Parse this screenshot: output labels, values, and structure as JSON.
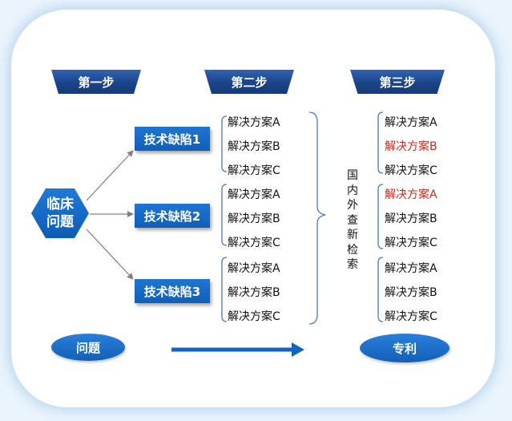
{
  "steps": [
    "第一步",
    "第二步",
    "第三步"
  ],
  "problem_hex": [
    "临床",
    "问题"
  ],
  "defects": [
    "技术缺陷1",
    "技术缺陷2",
    "技术缺陷3"
  ],
  "solutions_step2": [
    "解决方案A",
    "解决方案B",
    "解决方案C",
    "解决方案A",
    "解决方案B",
    "解决方案C",
    "解决方案A",
    "解决方案B",
    "解决方案C"
  ],
  "search_text": "国内外查新检索",
  "solutions_step3": [
    "解决方案A",
    "解决方案B",
    "解决方案C",
    "解决方案A",
    "解决方案B",
    "解决方案C",
    "解决方案A",
    "解决方案B",
    "解决方案C"
  ],
  "highlighted_step3": [
    1,
    3
  ],
  "bottom_left": "问题",
  "bottom_right": "专利",
  "colors": {
    "header": "#1c4389",
    "box": "#1467c4",
    "highlight": "#d0271d",
    "background": "#e9f4fd"
  }
}
